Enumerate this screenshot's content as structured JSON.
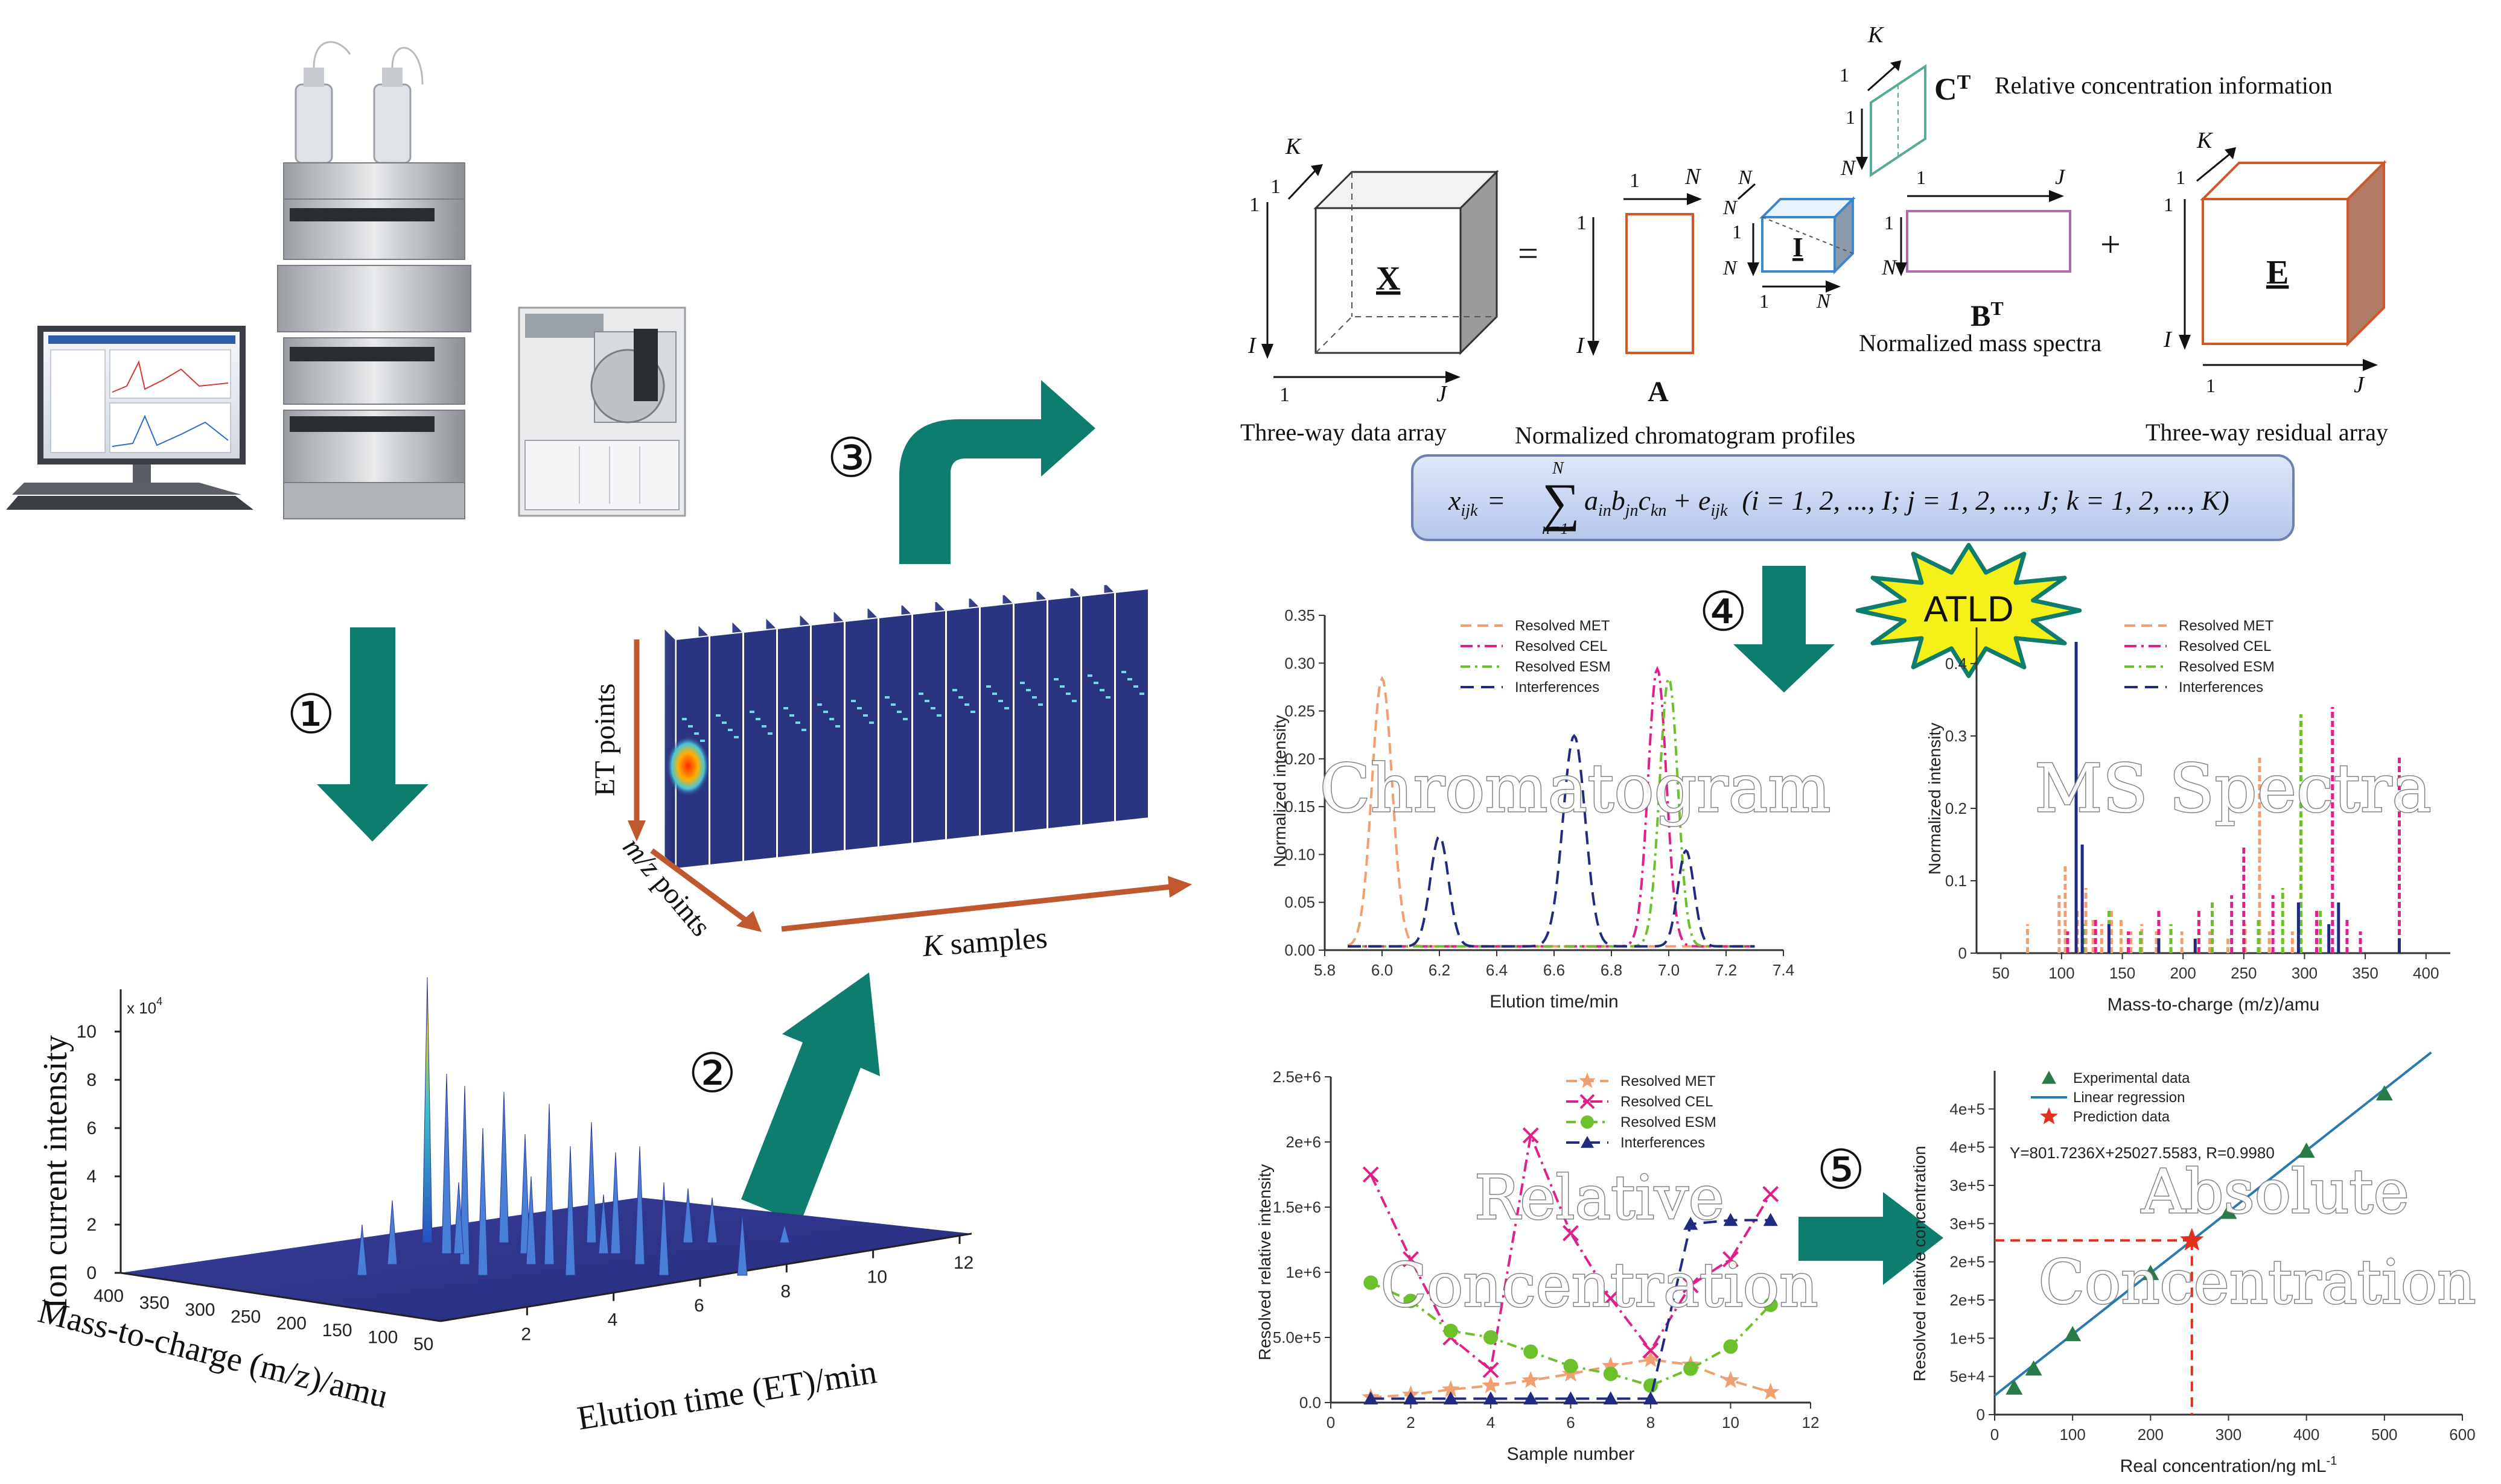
{
  "colors": {
    "teal": "#0f7d6e",
    "teal_dark": "#0a5f54",
    "navy": "#1f2a80",
    "orange": "#f0a070",
    "magenta": "#e0208a",
    "green": "#6cc02a",
    "red_line": "#e0502a",
    "ms_blue": "#1f2a80",
    "star_yellow": "#f5ef1a",
    "formula_box": "#c9d6f2"
  },
  "steps": {
    "s1": "①",
    "s2": "②",
    "s3": "③",
    "s4": "④",
    "s5": "⑤",
    "atld": "ATLD"
  },
  "surface_plot": {
    "zlabel": "Ion current intensity",
    "xlabel": "Mass-to-charge (m/z)/amu",
    "ylabel": "Elution time (ET)/min",
    "z_exponent": "x 10",
    "z_exponent_power": "4",
    "z_ticks": [
      "0",
      "2",
      "4",
      "6",
      "8",
      "10"
    ],
    "mz_ticks": [
      "400",
      "350",
      "300",
      "250",
      "200",
      "150",
      "100",
      "50"
    ],
    "et_ticks": [
      "2",
      "4",
      "6",
      "8",
      "10",
      "12"
    ]
  },
  "array_cube": {
    "et_label": "ET points",
    "mz_label_italic": "m/z",
    "mz_label_rest": " points",
    "k_label_italic": "K",
    "k_label_rest": " samples"
  },
  "decomposition": {
    "three_way": "Three-way data array",
    "norm_chrom": "Normalized chromatogram profiles",
    "norm_ms": "Normalized mass spectra",
    "rel_conc": "Relative concentration information",
    "residual": "Three-way residual array",
    "X": "X",
    "A": "A",
    "I_mat": "I",
    "E": "E",
    "BT_base": "B",
    "CT_base": "C",
    "T": "T",
    "eq": "=",
    "plus": "+",
    "idx_I": "I",
    "idx_J": "J",
    "idx_K": "K",
    "idx_N": "N",
    "one": "1",
    "formula_lhs": "x",
    "formula_lhs_sub": "ijk",
    "formula_eq": "=",
    "formula_sum_top": "N",
    "formula_sum_bot": "n=1",
    "formula_a": "a",
    "formula_a_sub": "in",
    "formula_b": "b",
    "formula_b_sub": "jn",
    "formula_c": "c",
    "formula_c_sub": "kn",
    "formula_plus": "+ e",
    "formula_e_sub": "ijk",
    "formula_range": "(i = 1, 2, ..., I; j = 1, 2, ..., J; k = 1, 2, ..., K)"
  },
  "chrom_plot": {
    "ghost": "Chromatogram",
    "xlabel": "Elution time/min",
    "ylabel": "Normalized intensity",
    "xticks": [
      "5.8",
      "6.0",
      "6.2",
      "6.4",
      "6.6",
      "6.8",
      "7.0",
      "7.2",
      "7.4"
    ],
    "yticks": [
      "0.00",
      "0.05",
      "0.10",
      "0.15",
      "0.20",
      "0.25",
      "0.30",
      "0.35"
    ],
    "legend": [
      "Resolved MET",
      "Resolved CEL",
      "Resolved ESM",
      "Interferences"
    ]
  },
  "ms_plot": {
    "ghost": "MS Spectra",
    "xlabel": "Mass-to-charge (m/z)/amu",
    "ylabel": "Normalized intensity",
    "xticks": [
      "50",
      "100",
      "150",
      "200",
      "250",
      "300",
      "350",
      "400"
    ],
    "yticks": [
      "0",
      "0.1",
      "0.2",
      "0.3",
      "0.4"
    ],
    "legend": [
      "Resolved MET",
      "Resolved CEL",
      "Resolved ESM",
      "Interferences"
    ]
  },
  "rel_plot": {
    "ghost1": "Relative",
    "ghost2": "Concentration",
    "xlabel": "Sample number",
    "ylabel": "Resolved relative intensity",
    "xticks": [
      "0",
      "2",
      "4",
      "6",
      "8",
      "10",
      "12"
    ],
    "yticks": [
      "0.0",
      "5.0e+5",
      "1e+6",
      "1.5e+6",
      "2e+6",
      "2.5e+6"
    ],
    "legend": [
      "Resolved MET",
      "Resolved CEL",
      "Resolved ESM",
      "Interferences"
    ]
  },
  "abs_plot": {
    "ghost1": "Absolute",
    "ghost2": "Concentration",
    "xlabel": "Real concentration/ng mL",
    "xlabel_sup": "-1",
    "ylabel": "Resolved relative concentration",
    "xticks": [
      "0",
      "100",
      "200",
      "300",
      "400",
      "500",
      "600"
    ],
    "yticks": [
      "0",
      "5e+4",
      "1e+5",
      "2e+5",
      "2e+5",
      "3e+5",
      "3e+5",
      "4e+5",
      "4e+5"
    ],
    "legend": [
      "Experimental data",
      "Linear regression",
      "Prediction data"
    ],
    "equation": "Y=801.7236X+25027.5583, R=0.9980"
  },
  "chart_data": [
    {
      "type": "line",
      "xlabel": "Elution time/min",
      "ylabel": "Normalized intensity",
      "xlim": [
        5.8,
        7.4
      ],
      "ylim": [
        0,
        0.35
      ],
      "series": [
        {
          "name": "Resolved MET",
          "peaks": [
            [
              6.0,
              0.28,
              0.05
            ]
          ]
        },
        {
          "name": "Resolved CEL",
          "peaks": [
            [
              6.96,
              0.29,
              0.045
            ]
          ]
        },
        {
          "name": "Resolved ESM",
          "peaks": [
            [
              7.0,
              0.28,
              0.045
            ]
          ]
        },
        {
          "name": "Interferences",
          "peaks": [
            [
              6.2,
              0.115,
              0.045
            ],
            [
              6.67,
              0.22,
              0.055
            ],
            [
              7.06,
              0.1,
              0.04
            ]
          ]
        }
      ]
    },
    {
      "type": "bar",
      "xlabel": "Mass-to-charge (m/z)/amu",
      "ylabel": "Normalized intensity",
      "xlim": [
        30,
        420
      ],
      "ylim": [
        0,
        0.45
      ],
      "series": [
        {
          "name": "Resolved MET",
          "x": [
            72,
            98,
            103,
            113,
            120,
            126,
            133,
            141,
            149,
            157,
            166,
            178,
            190,
            199,
            210,
            222,
            237,
            251,
            263,
            271,
            282,
            290
          ],
          "values": [
            0.04,
            0.08,
            0.12,
            0.06,
            0.09,
            0.05,
            0.04,
            0.06,
            0.05,
            0.03,
            0.04,
            0.03,
            0.04,
            0.03,
            0.02,
            0.03,
            0.02,
            0.04,
            0.27,
            0.03,
            0.02,
            0.03
          ]
        },
        {
          "name": "Resolved CEL",
          "x": [
            105,
            128,
            155,
            180,
            213,
            240,
            250,
            274,
            310,
            323,
            335,
            346,
            378
          ],
          "values": [
            0.03,
            0.05,
            0.03,
            0.06,
            0.06,
            0.08,
            0.15,
            0.08,
            0.06,
            0.34,
            0.05,
            0.03,
            0.27
          ]
        },
        {
          "name": "Resolved ESM",
          "x": [
            118,
            139,
            165,
            190,
            224,
            262,
            282,
            297,
            313
          ],
          "values": [
            0.04,
            0.06,
            0.03,
            0.04,
            0.07,
            0.05,
            0.09,
            0.33,
            0.06
          ]
        },
        {
          "name": "Interferences",
          "x": [
            112,
            117,
            139,
            180,
            210,
            295,
            320,
            328,
            378
          ],
          "values": [
            0.43,
            0.15,
            0.04,
            0.02,
            0.02,
            0.07,
            0.04,
            0.07,
            0.02
          ]
        }
      ]
    },
    {
      "type": "line",
      "xlabel": "Sample number",
      "ylabel": "Resolved relative intensity",
      "xlim": [
        0,
        12
      ],
      "ylim": [
        0,
        2500000
      ],
      "x": [
        1,
        2,
        3,
        4,
        5,
        6,
        7,
        8,
        9,
        10,
        11
      ],
      "series": [
        {
          "name": "Resolved MET",
          "values": [
            40000,
            60000,
            100000,
            130000,
            170000,
            220000,
            280000,
            330000,
            290000,
            170000,
            80000
          ]
        },
        {
          "name": "Resolved CEL",
          "values": [
            1750000,
            1100000,
            500000,
            250000,
            2050000,
            1300000,
            800000,
            400000,
            900000,
            1100000,
            1600000
          ]
        },
        {
          "name": "Resolved ESM",
          "values": [
            920000,
            780000,
            550000,
            500000,
            390000,
            280000,
            220000,
            130000,
            260000,
            430000,
            750000
          ]
        },
        {
          "name": "Interferences",
          "values": [
            30000,
            30000,
            30000,
            30000,
            30000,
            30000,
            30000,
            30000,
            1370000,
            1400000,
            1400000
          ]
        }
      ]
    },
    {
      "type": "scatter",
      "xlabel": "Real concentration/ng mL-1",
      "ylabel": "Resolved relative concentration",
      "xlim": [
        0,
        600
      ],
      "ylim": [
        0,
        450000
      ],
      "series": [
        {
          "name": "Experimental data",
          "x": [
            25,
            50,
            100,
            200,
            300,
            400,
            500
          ],
          "values": [
            35000,
            60000,
            105000,
            185000,
            265000,
            345000,
            420000
          ]
        },
        {
          "name": "Linear regression",
          "x": [
            0,
            560
          ],
          "values": [
            25027.5583,
            474000
          ]
        },
        {
          "name": "Prediction data",
          "x": [
            253
          ],
          "values": [
            228000
          ]
        }
      ]
    }
  ]
}
